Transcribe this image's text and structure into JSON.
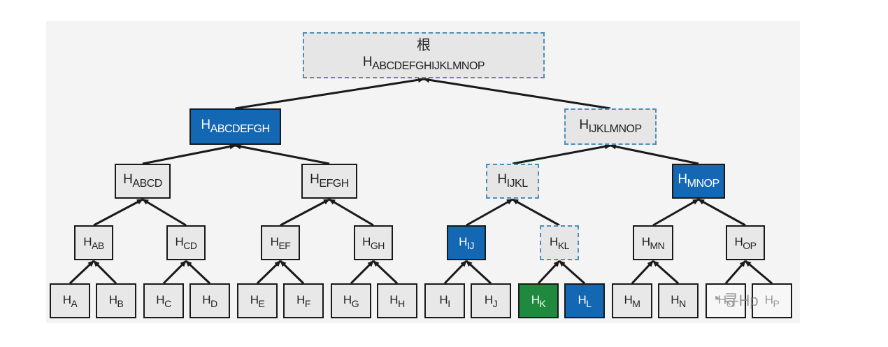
{
  "root": {
    "label": "根",
    "sub": "ABCDEFGHIJKLMNOP"
  },
  "hash_prefix": "H",
  "nodes": [
    {
      "key": "ABCDEFGH",
      "style": "blue"
    },
    {
      "key": "IJKLMNOP",
      "style": "dashed"
    },
    {
      "key": "ABCD",
      "style": "plain"
    },
    {
      "key": "EFGH",
      "style": "plain"
    },
    {
      "key": "IJKL",
      "style": "dashed"
    },
    {
      "key": "MNOP",
      "style": "blue"
    },
    {
      "key": "AB",
      "style": "plain"
    },
    {
      "key": "CD",
      "style": "plain"
    },
    {
      "key": "EF",
      "style": "plain"
    },
    {
      "key": "GH",
      "style": "plain"
    },
    {
      "key": "IJ",
      "style": "blue"
    },
    {
      "key": "KL",
      "style": "dashed"
    },
    {
      "key": "MN",
      "style": "plain"
    },
    {
      "key": "OP",
      "style": "plain"
    },
    {
      "key": "A",
      "style": "plain"
    },
    {
      "key": "B",
      "style": "plain"
    },
    {
      "key": "C",
      "style": "plain"
    },
    {
      "key": "D",
      "style": "plain"
    },
    {
      "key": "E",
      "style": "plain"
    },
    {
      "key": "F",
      "style": "plain"
    },
    {
      "key": "G",
      "style": "plain"
    },
    {
      "key": "H",
      "style": "plain"
    },
    {
      "key": "I",
      "style": "plain"
    },
    {
      "key": "J",
      "style": "plain"
    },
    {
      "key": "K",
      "style": "green"
    },
    {
      "key": "L",
      "style": "blue"
    },
    {
      "key": "M",
      "style": "plain"
    },
    {
      "key": "N",
      "style": "plain"
    },
    {
      "key": "O",
      "style": "faded"
    },
    {
      "key": "P",
      "style": "faded"
    }
  ],
  "edges": [
    [
      "ABCDEFGH",
      "ROOT"
    ],
    [
      "IJKLMNOP",
      "ROOT"
    ],
    [
      "ABCD",
      "ABCDEFGH"
    ],
    [
      "EFGH",
      "ABCDEFGH"
    ],
    [
      "IJKL",
      "IJKLMNOP"
    ],
    [
      "MNOP",
      "IJKLMNOP"
    ],
    [
      "AB",
      "ABCD"
    ],
    [
      "CD",
      "ABCD"
    ],
    [
      "EF",
      "EFGH"
    ],
    [
      "GH",
      "EFGH"
    ],
    [
      "IJ",
      "IJKL"
    ],
    [
      "KL",
      "IJKL"
    ],
    [
      "MN",
      "MNOP"
    ],
    [
      "OP",
      "MNOP"
    ],
    [
      "A",
      "AB"
    ],
    [
      "B",
      "AB"
    ],
    [
      "C",
      "CD"
    ],
    [
      "D",
      "CD"
    ],
    [
      "E",
      "EF"
    ],
    [
      "F",
      "EF"
    ],
    [
      "G",
      "GH"
    ],
    [
      "H",
      "GH"
    ],
    [
      "I",
      "IJ"
    ],
    [
      "J",
      "IJ"
    ],
    [
      "K",
      "KL"
    ],
    [
      "L",
      "KL"
    ],
    [
      "M",
      "MN"
    ],
    [
      "N",
      "MN"
    ],
    [
      "O",
      "OP"
    ],
    [
      "P",
      "OP"
    ]
  ],
  "watermark": {
    "icon": "wechat-icon",
    "text": "寻Hp"
  },
  "colors": {
    "highlight_blue": "#1467b3",
    "highlight_green": "#1f8a3e",
    "dashed_border": "#4e8fb8",
    "node_fill": "#e8e8e8",
    "line": "#1a1a1a"
  }
}
